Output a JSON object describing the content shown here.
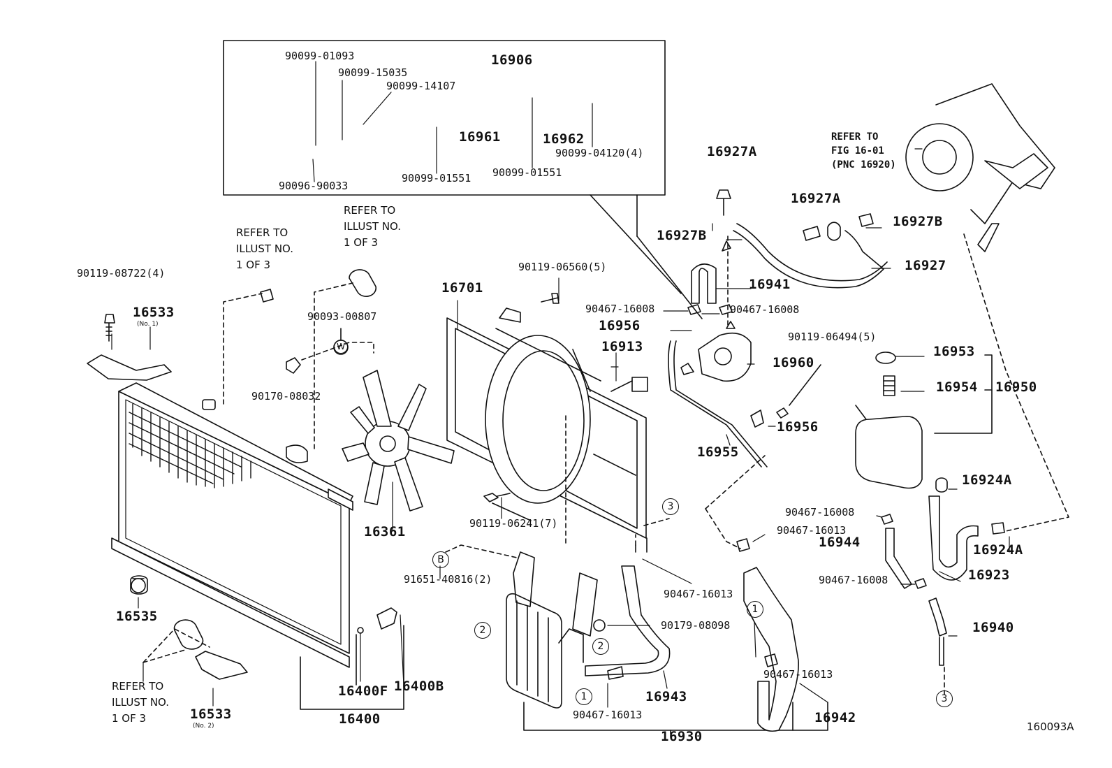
{
  "figure_id": "160093A",
  "inset": {
    "p1": "90099-01093",
    "p2": "90099-15035",
    "p3": "90099-14107",
    "p4": "16906",
    "p5": "16961",
    "p6": "16962",
    "p7": "90099-04120(4)",
    "p8": "90096-90033",
    "p9": "90099-01551",
    "p10": "90099-01551"
  },
  "notes": {
    "refer_illust_1": "REFER TO\nILLUST NO.\n1 OF 3",
    "refer_illust_2": "REFER TO\nILLUST NO.\n1 OF 3",
    "refer_illust_3": "REFER TO\nILLUST NO.\n1 OF 3",
    "refer_fig": "REFER TO\nFIG 16-01\n(PNC 16920)"
  },
  "parts": {
    "l1": "90119-08722(4)",
    "l2": "16533",
    "l2_sub": "(No. 1)",
    "l3": "90093-00807",
    "l4": "90170-08032",
    "l5": "16701",
    "l6": "90119-06560(5)",
    "l7": "16913",
    "l8": "90119-06241(7)",
    "l9": "16361",
    "l10": "16535",
    "l11": "91651-40816(2)",
    "l12": "16400F",
    "l13": "16400B",
    "l14": "16400",
    "l15": "16533",
    "l15_sub": "(No. 2)",
    "l16": "16930",
    "l17": "90467-16013",
    "l18": "16943",
    "l19": "90179-08098",
    "l20": "90467-16013",
    "l21": "90467-16013",
    "l22": "16942",
    "l23": "90467-16013",
    "l24": "16927A",
    "l25": "16927A",
    "l26": "16927B",
    "l27": "16927B",
    "l28": "16927",
    "l29": "16941",
    "l30": "90467-16008",
    "l31": "90467-16008",
    "l32": "16956",
    "l33": "90119-06494(5)",
    "l34": "16960",
    "l35": "16956",
    "l36": "16955",
    "l37": "16953",
    "l38": "16954",
    "l39": "16950",
    "l40": "16924A",
    "l41": "90467-16008",
    "l42": "16944",
    "l43": "16924A",
    "l44": "90467-16008",
    "l45": "16923",
    "l46": "16940"
  },
  "circles": {
    "c1": "3",
    "c2": "3",
    "c3": "B",
    "c4": "2",
    "c5": "2",
    "c6": "1",
    "c7": "1",
    "c8": "W"
  }
}
